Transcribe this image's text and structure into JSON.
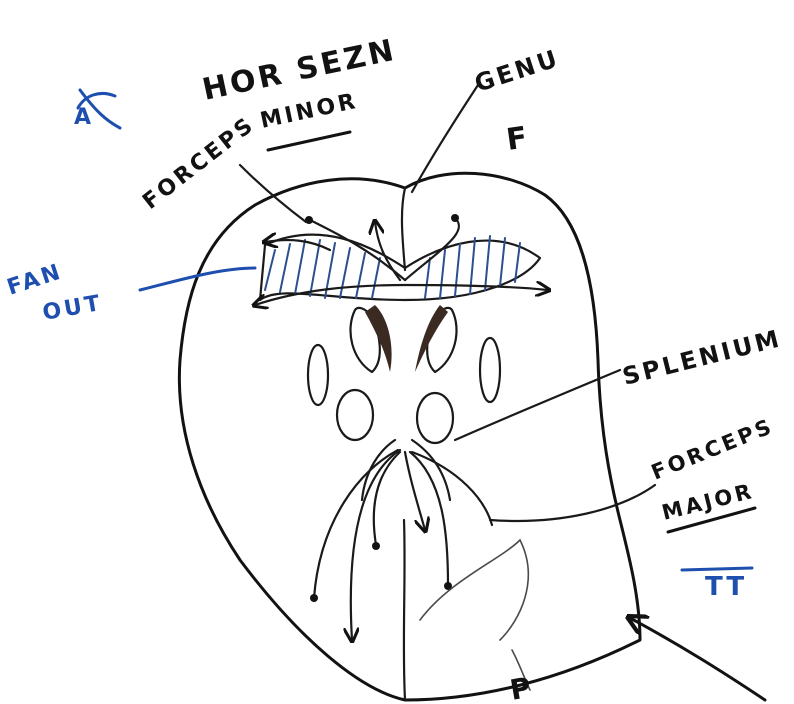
{
  "labels": {
    "plane_letter": "A",
    "section": "HOR SEZN",
    "forceps_minor_line1": "FORCEPS",
    "forceps_minor_line2": "MINOR",
    "genu": "GENU",
    "frontal_letter": "F",
    "fan_out_line1": "FAN",
    "fan_out_line2": "OUT",
    "splenium": "SPLENIUM",
    "forceps_major_line1": "FORCEPS",
    "forceps_major_line2": "MAJOR",
    "temporal_symbol": "TT",
    "bottom_letter": "P"
  },
  "colors": {
    "ink": "#121212",
    "blue_marker": "#1f4fae",
    "hatching": "#2b4f8f",
    "ventricle_fill": "#3a2a22"
  }
}
